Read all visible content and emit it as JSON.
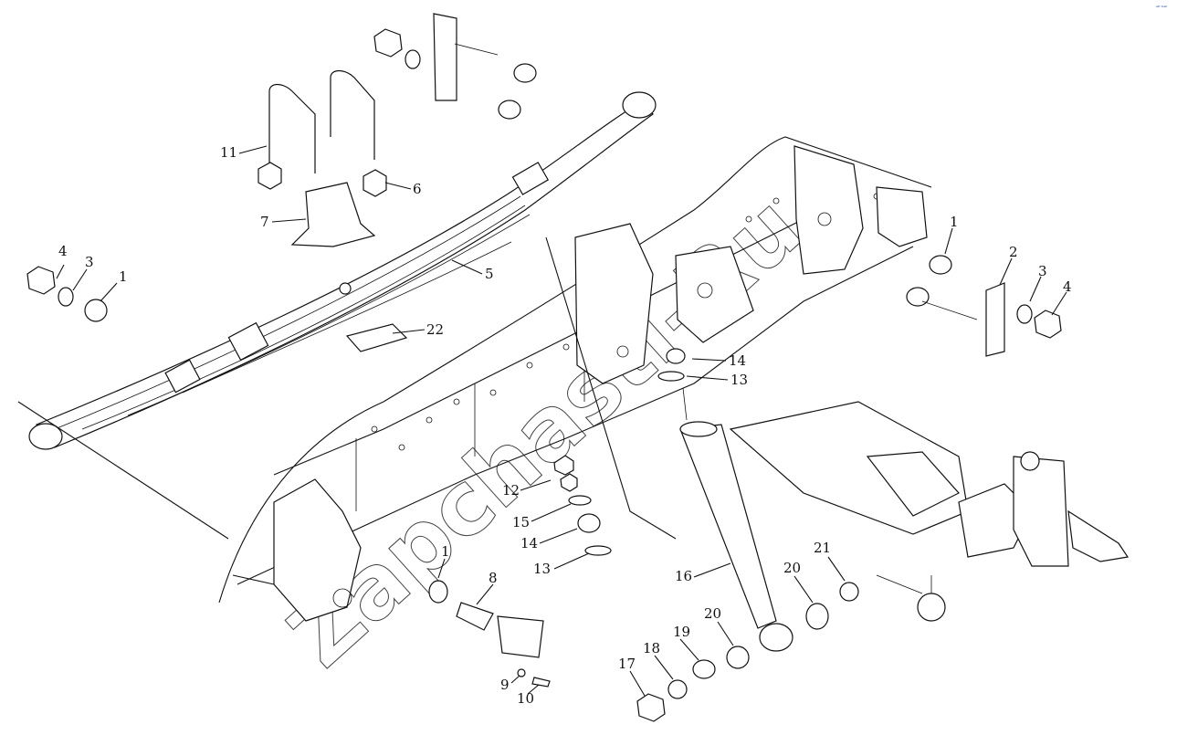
{
  "diagram": {
    "corner_mark": "ᵃᴰ ᵇᵃᵇ",
    "watermark": "Zapchasti-Ru",
    "callouts": [
      {
        "id": "c4a",
        "text": "4"
      },
      {
        "id": "c3a",
        "text": "3"
      },
      {
        "id": "c1a",
        "text": "1"
      },
      {
        "id": "c11",
        "text": "11"
      },
      {
        "id": "c6",
        "text": "6"
      },
      {
        "id": "c7",
        "text": "7"
      },
      {
        "id": "c5",
        "text": "5"
      },
      {
        "id": "c22",
        "text": "22"
      },
      {
        "id": "c1b",
        "text": "1"
      },
      {
        "id": "c2",
        "text": "2"
      },
      {
        "id": "c3b",
        "text": "3"
      },
      {
        "id": "c4b",
        "text": "4"
      },
      {
        "id": "c14a",
        "text": "14"
      },
      {
        "id": "c13a",
        "text": "13"
      },
      {
        "id": "c12",
        "text": "12"
      },
      {
        "id": "c15",
        "text": "15"
      },
      {
        "id": "c14b",
        "text": "14"
      },
      {
        "id": "c13b",
        "text": "13"
      },
      {
        "id": "c1c",
        "text": "1"
      },
      {
        "id": "c8",
        "text": "8"
      },
      {
        "id": "c9",
        "text": "9"
      },
      {
        "id": "c10",
        "text": "10"
      },
      {
        "id": "c16",
        "text": "16"
      },
      {
        "id": "c17",
        "text": "17"
      },
      {
        "id": "c18",
        "text": "18"
      },
      {
        "id": "c19",
        "text": "19"
      },
      {
        "id": "c20a",
        "text": "20"
      },
      {
        "id": "c20b",
        "text": "20"
      },
      {
        "id": "c21",
        "text": "21"
      }
    ]
  }
}
